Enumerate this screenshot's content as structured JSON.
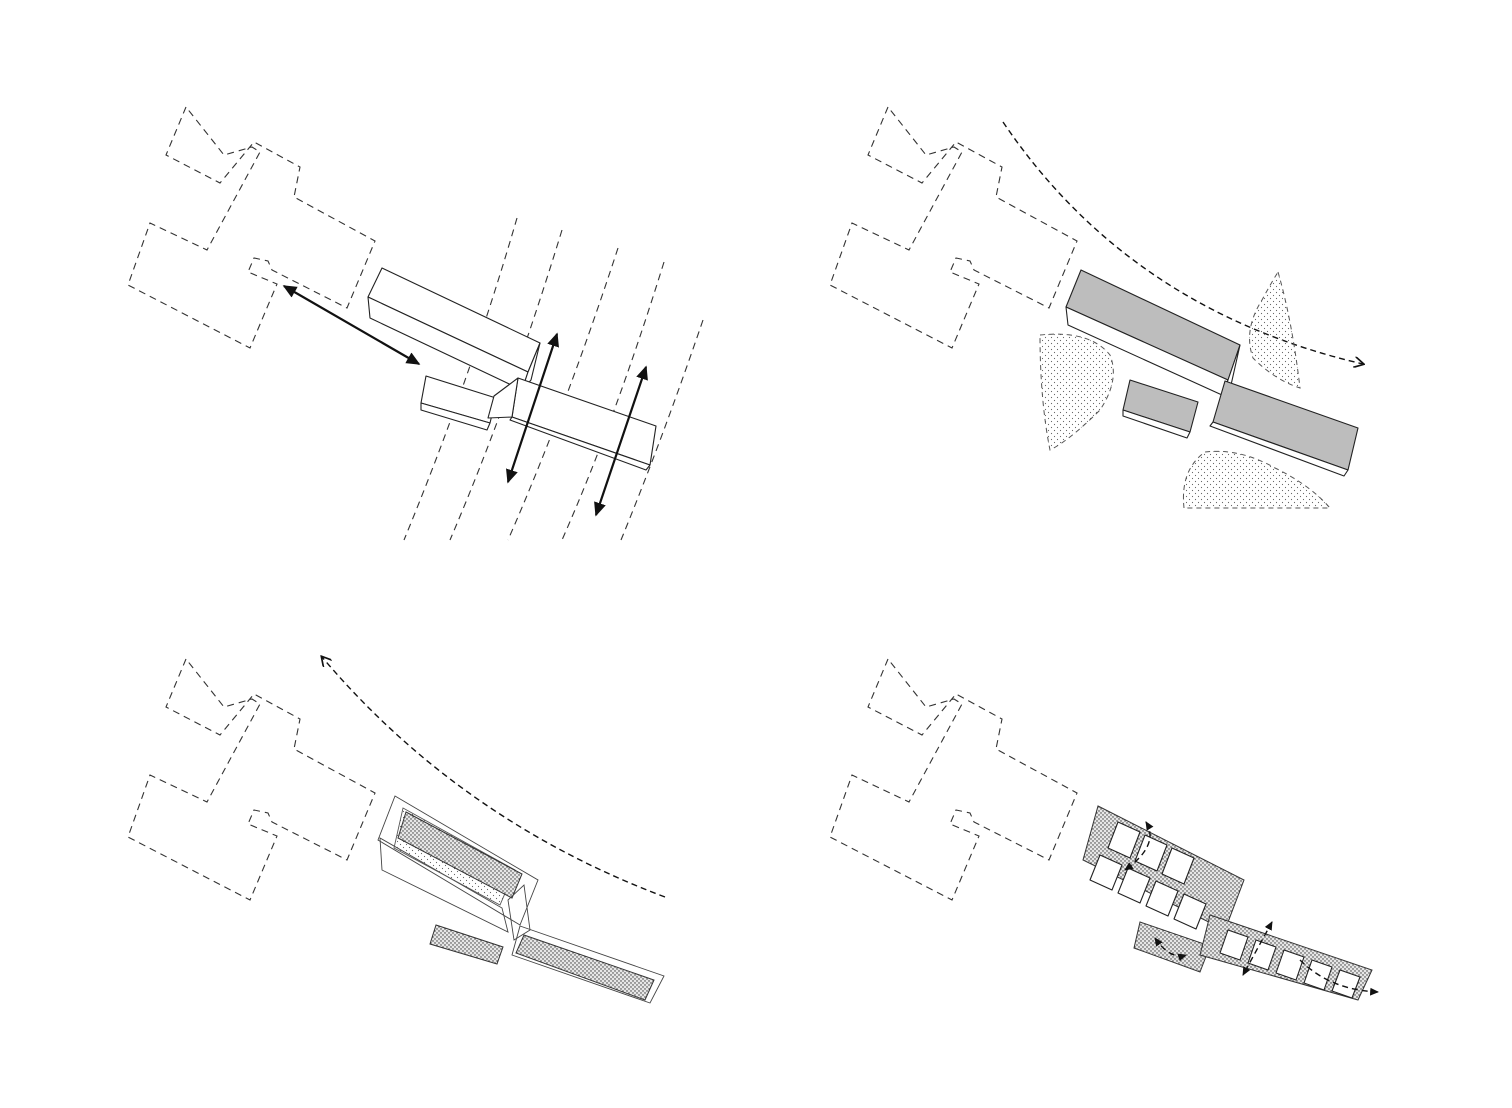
{
  "panels": [
    {
      "id": "massing-and-axes"
    },
    {
      "id": "volume-and-landscape"
    },
    {
      "id": "ground-footprints"
    },
    {
      "id": "internal-organisation"
    }
  ],
  "colors": {
    "line": "#222222",
    "mass_fill": "#bdbdbd",
    "stipple": "#555555",
    "background": "#ffffff"
  }
}
